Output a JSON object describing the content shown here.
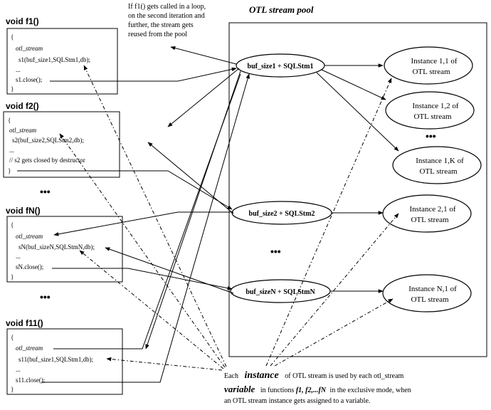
{
  "pool": {
    "title": "OTL stream pool"
  },
  "note_top": {
    "lines": [
      "If f1() gets called in a loop,",
      "on the second iteration and",
      "further, the stream gets",
      "reused from the pool"
    ]
  },
  "functions": [
    {
      "name": "void  f1()",
      "lines": [
        "{",
        "otl_stream",
        "s1(buf_size1,SQLStm1,db);",
        "...",
        "s1.close();",
        "}"
      ]
    },
    {
      "name": "void  f2()",
      "lines": [
        "{",
        "otl_stream",
        "s2(buf_size2,SQLStm2,db);",
        "...",
        "// s2 gets closed by destructor",
        "}"
      ]
    },
    {
      "name": "void  fN()",
      "lines": [
        "{",
        "otl_stream",
        "sN(buf_sizeN,SQLStmN,db);",
        "...",
        "sN.close();",
        "}"
      ]
    },
    {
      "name": "void  f11()",
      "lines": [
        "{",
        "otl_stream",
        "s11(buf_size1,SQLStm1,db);",
        "...",
        "s11.close();",
        "}"
      ]
    }
  ],
  "ellipsis": "•••",
  "pool_keys": [
    "buf_size1 + SQLStm1",
    "buf_size2 + SQLStm2",
    "buf_sizeN + SQLStmN"
  ],
  "instances": [
    [
      "Instance 1,1 of",
      "OTL stream"
    ],
    [
      "Instance 1,2 of",
      "OTL stream"
    ],
    [
      "Instance 1,K of",
      "OTL stream"
    ],
    [
      "Instance 2,1 of",
      "OTL stream"
    ],
    [
      "Instance N,1 of",
      "OTL stream"
    ]
  ],
  "bottom_note": {
    "line1_a": "Each",
    "line1_b": "instance",
    "line1_c": "of OTL stream is used by each otl_stream",
    "line2_a": "variable",
    "line2_b": "in functions",
    "line2_c": "f1, f2,...fN",
    "line2_d": "in the exclusive mode, when",
    "line3": "an OTL stream  instance gets assigned to a variable."
  }
}
